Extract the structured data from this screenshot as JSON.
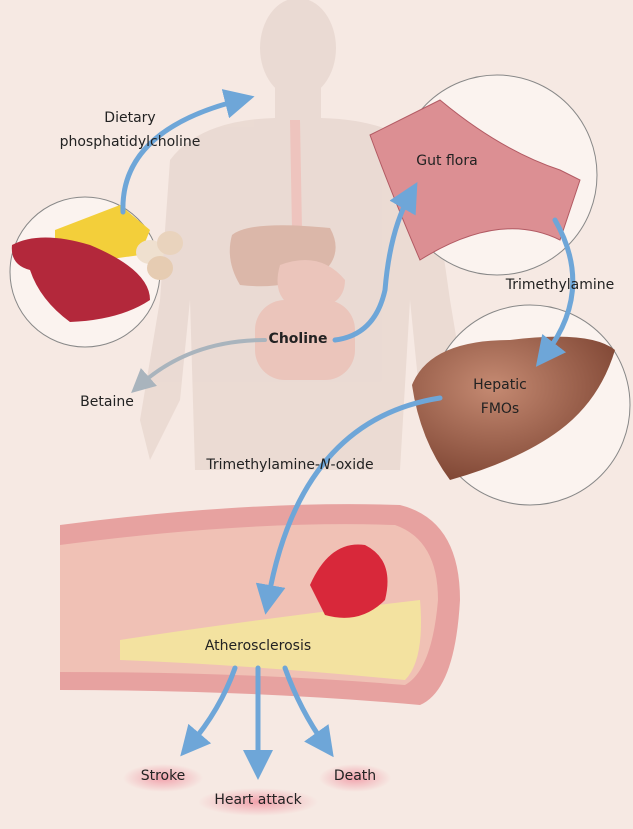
{
  "labels": {
    "dietary_line1": "Dietary",
    "dietary_line2": "phosphatidylcholine",
    "gut_flora": "Gut flora",
    "trimethylamine": "Trimethylamine",
    "choline": "Choline",
    "betaine": "Betaine",
    "hepatic_line1": "Hepatic",
    "hepatic_line2": "FMOs",
    "tmao_prefix": "Trimethylamine-",
    "tmao_n": "N",
    "tmao_suffix": "-oxide",
    "atherosclerosis": "Atherosclerosis",
    "stroke": "Stroke",
    "heart_attack": "Heart attack",
    "death": "Death"
  },
  "colors": {
    "background": "#f6e9e3",
    "arrow_blue": "#6ea6d8",
    "arrow_gray": "#a9b4bd",
    "liver": "#9a5a45",
    "artery_wall": "#e7a2a0",
    "plaque": "#f3e2a0",
    "clot": "#d8283a"
  }
}
